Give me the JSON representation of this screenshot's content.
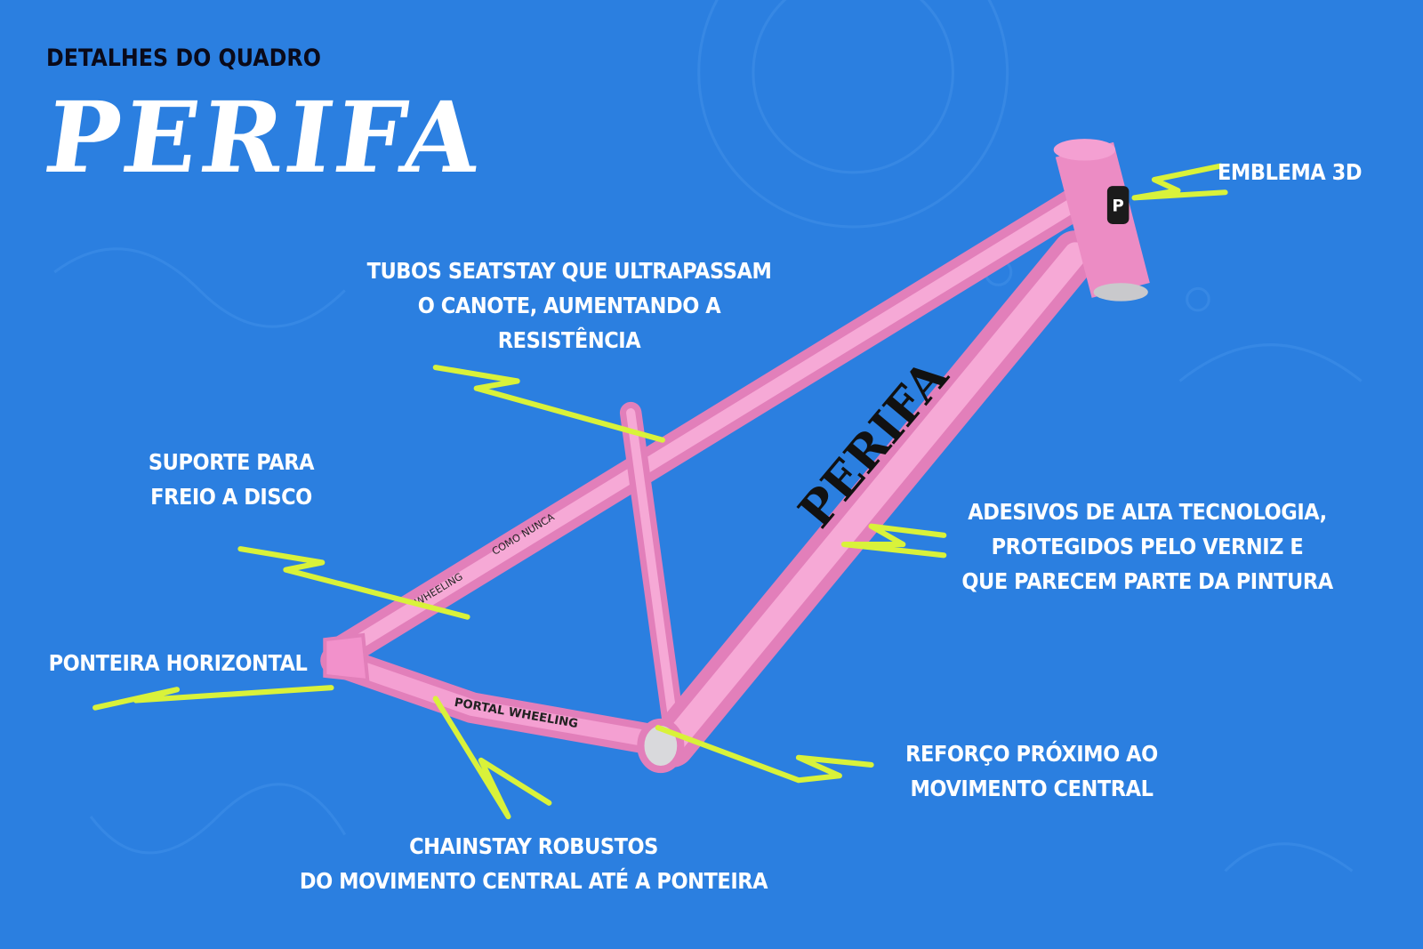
{
  "header": {
    "subtitle": "DETALHES DO QUADRO",
    "brand": "PERIFA"
  },
  "callouts": [
    {
      "id": "emblema",
      "lines": [
        "EMBLEMA 3D"
      ]
    },
    {
      "id": "seatstay",
      "lines": [
        "TUBOS SEATSTAY QUE ULTRAPASSAM",
        "O CANOTE, AUMENTANDO A",
        "RESISTÊNCIA"
      ]
    },
    {
      "id": "freio",
      "lines": [
        "SUPORTE PARA",
        "FREIO A DISCO"
      ]
    },
    {
      "id": "adesivos",
      "lines": [
        "ADESIVOS DE ALTA TECNOLOGIA,",
        "PROTEGIDOS PELO VERNIZ E",
        "QUE PARECEM PARTE DA PINTURA"
      ]
    },
    {
      "id": "ponteira",
      "lines": [
        "PONTEIRA HORIZONTAL"
      ]
    },
    {
      "id": "reforco",
      "lines": [
        "REFORÇO PRÓXIMO AO",
        "MOVIMENTO CENTRAL"
      ]
    },
    {
      "id": "chainstay",
      "lines": [
        "CHAINSTAY ROBUSTOS",
        "DO MOVIMENTO CENTRAL ATÉ A PONTEIRA"
      ]
    }
  ],
  "frame_decals": {
    "downtube": "PERIFA",
    "toptube_1": "WHEELING",
    "toptube_2": "COMO NUNCA",
    "chainstay": "PORTAL WHEELING",
    "headbadge": "P"
  },
  "colors": {
    "background": "#2b7fe0",
    "frame": "#f291cb",
    "accent": "#d9f23a",
    "text": "#ffffff"
  }
}
